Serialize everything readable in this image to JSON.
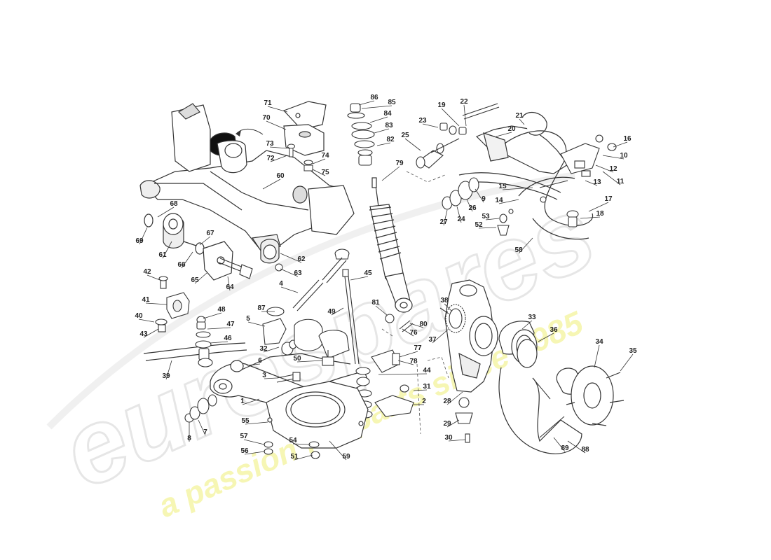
{
  "watermark": {
    "brand": "eurospares",
    "tagline": "a passion for parts since 1985",
    "brand_color": "#e8e8e8",
    "tagline_color": "#f2f28a"
  },
  "callouts": [
    "1",
    "2",
    "3",
    "4",
    "5",
    "6",
    "7",
    "8",
    "9",
    "10",
    "11",
    "12",
    "13",
    "14",
    "15",
    "16",
    "17",
    "18",
    "19",
    "20",
    "21",
    "22",
    "23",
    "24",
    "25",
    "26",
    "27",
    "28",
    "29",
    "30",
    "31",
    "32",
    "33",
    "34",
    "35",
    "36",
    "37",
    "38",
    "39",
    "40",
    "41",
    "42",
    "43",
    "44",
    "45",
    "46",
    "47",
    "48",
    "49",
    "50",
    "51",
    "52",
    "53",
    "54",
    "55",
    "56",
    "57",
    "58",
    "59",
    "60",
    "61",
    "62",
    "63",
    "64",
    "65",
    "66",
    "67",
    "68",
    "69",
    "70",
    "71",
    "72",
    "73",
    "74",
    "75",
    "76",
    "77",
    "78",
    "79",
    "80",
    "81",
    "82",
    "83",
    "84",
    "85",
    "86",
    "87",
    "88",
    "89"
  ],
  "colors": {
    "line": "#333333",
    "part_fill": "#ffffff",
    "shade": "#d9d9d9",
    "rubber": "#111111"
  }
}
